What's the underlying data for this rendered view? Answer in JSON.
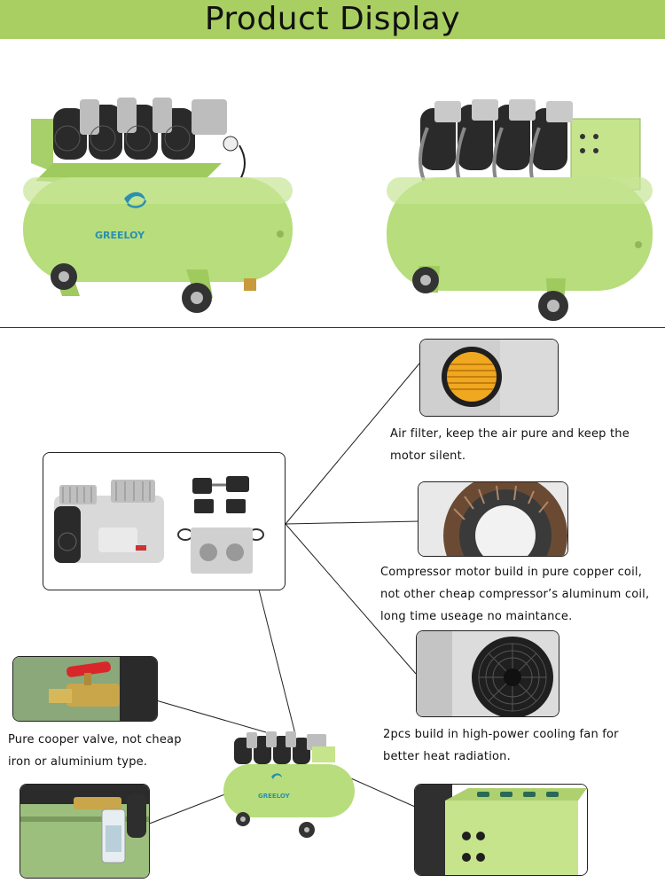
{
  "header": {
    "title": "Product Display"
  },
  "brand": {
    "logo_text": "GREELOY"
  },
  "colors": {
    "header_bg": "#a9cf62",
    "tank_green": "#b7dd7c",
    "dark_motor": "#2a2a2a",
    "accent_blue": "#2a8fb0",
    "panel_green": "#c6e48c"
  },
  "features": {
    "air_filter": {
      "lines": [
        "Air filter, keep the air pure and keep the",
        "motor silent."
      ]
    },
    "copper_coil": {
      "lines": [
        "Compressor motor build in pure copper coil,",
        "not other cheap compressor’s aluminum coil,",
        "long time useage no maintance."
      ]
    },
    "cooling_fan": {
      "lines": [
        "2pcs build in high-power cooling fan for",
        "better heat radiation."
      ]
    },
    "valve": {
      "lines": [
        "Pure cooper valve, not cheap",
        "iron or aluminium type."
      ]
    }
  }
}
